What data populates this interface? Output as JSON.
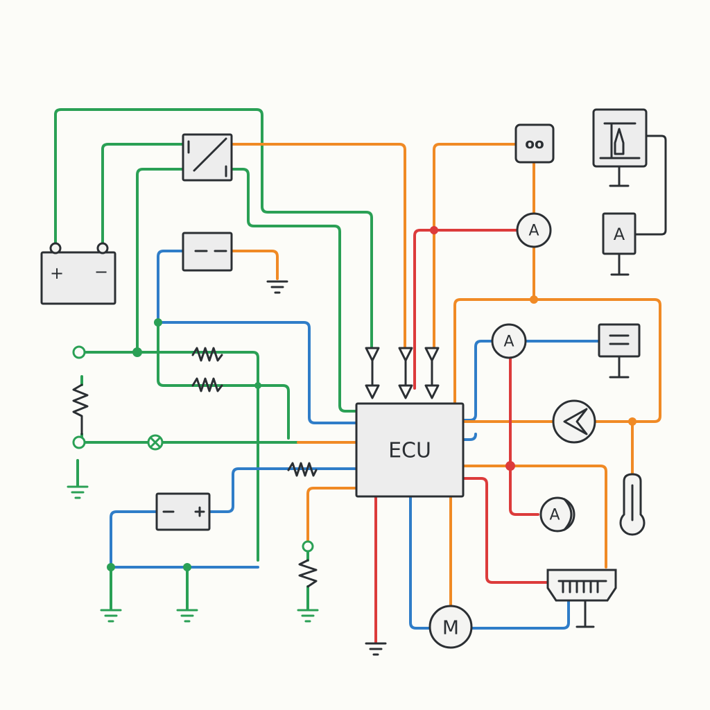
{
  "ecu": {
    "label": "ECU"
  },
  "gauges": {
    "top_right": "A",
    "mid_right": "A",
    "lower_right": "A",
    "display_box": "A",
    "relay_display": "oo"
  },
  "motor": {
    "label": "M"
  },
  "battery": {
    "plus": "+",
    "minus": "−"
  },
  "colors": {
    "green": "#2aa055",
    "blue": "#2f7dc8",
    "orange": "#f08a25",
    "red": "#dc3b3b",
    "outline": "#2b2f33"
  }
}
